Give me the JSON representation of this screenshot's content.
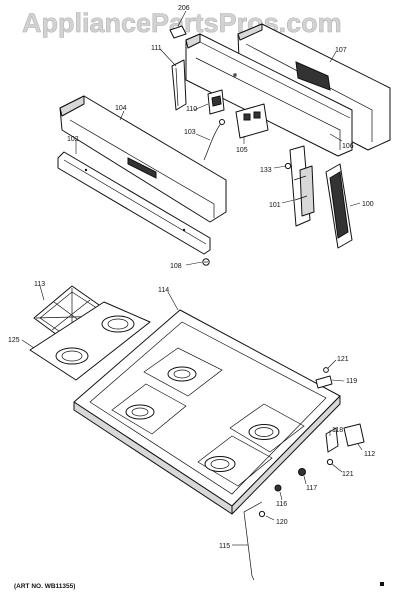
{
  "watermark": "AppliancePartsPros.com",
  "art_number": "(ART NO. WB11355)",
  "callouts": {
    "c206": "206",
    "c107": "107",
    "c111": "111",
    "c104": "104",
    "c110": "110",
    "c102": "102",
    "c103": "103",
    "c105": "105",
    "c106": "106",
    "c133": "133",
    "c101": "101",
    "c100": "100",
    "c108": "108",
    "c113": "113",
    "c114": "114",
    "c125": "125",
    "c121a": "121",
    "c119": "119",
    "c118": "118",
    "c112": "112",
    "c121b": "121",
    "c116": "116",
    "c117": "117",
    "c120": "120",
    "c115": "115"
  }
}
